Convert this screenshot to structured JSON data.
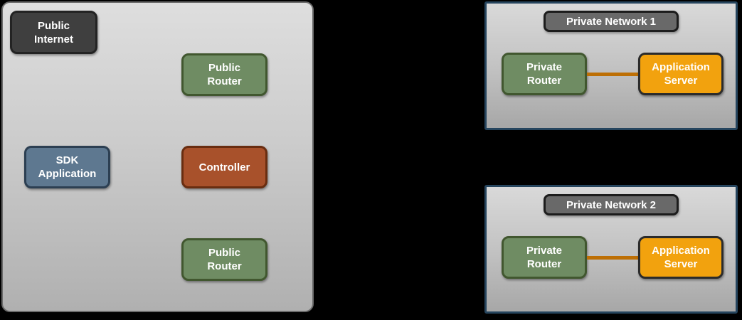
{
  "public_zone": {
    "internet_label": "Public Internet",
    "router_top_label": "Public Router",
    "sdk_label": "SDK Application",
    "controller_label": "Controller",
    "router_bottom_label": "Public Router"
  },
  "private_networks": [
    {
      "title": "Private Network 1",
      "router": "Private Router",
      "server": "Application Server"
    },
    {
      "title": "Private Network 2",
      "router": "Private Router",
      "server": "Application Server"
    }
  ],
  "colors": {
    "background": "#000000",
    "public_zone_fill_top": "#dedede",
    "public_zone_fill_bottom": "#b0b0b0",
    "dark_node_fill": "#3f3f3f",
    "green_node_fill": "#6f8c63",
    "green_node_border": "#41572f",
    "blue_node_fill": "#5e7890",
    "blue_node_border": "#2c3f52",
    "rust_node_fill": "#a8512b",
    "rust_node_border": "#692d10",
    "orange_node_fill": "#f2a20e",
    "orange_node_border": "#2b2b2b",
    "network_border": "#26455e",
    "network_title_fill": "#696969",
    "connector_line": "#bd6f05"
  }
}
